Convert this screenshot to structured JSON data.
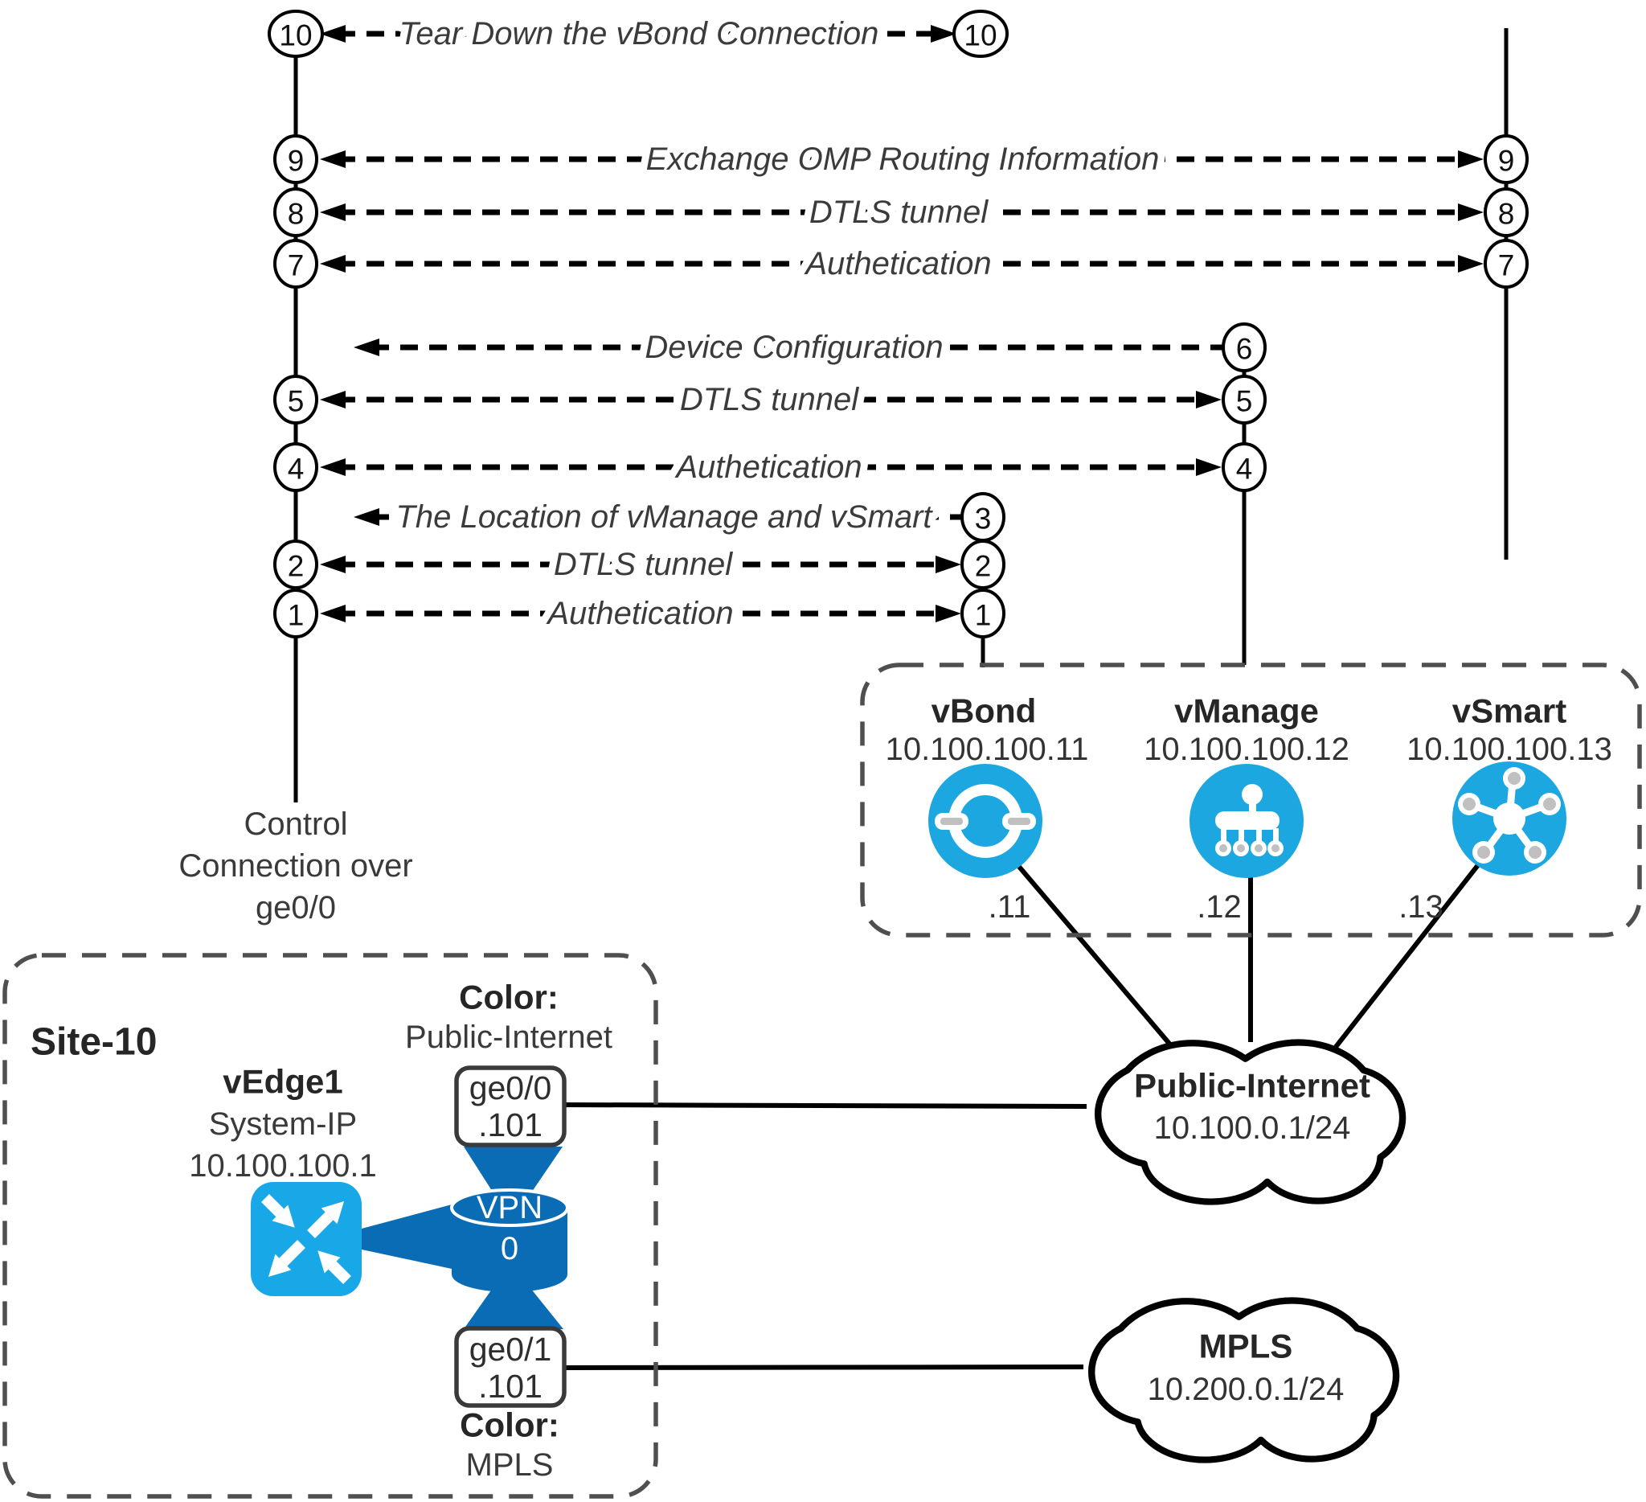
{
  "palette": {
    "controller_icon_blue": "#1da7e0",
    "edge_router_blue": "#18a8e8",
    "vpn_dark_blue": "#0a6cb5",
    "dash_box_gray": "#4f4f4f",
    "diagram_black": "#000000",
    "text_gray": "#3b3b3b",
    "icon_inner_gray": "#c0c0c0"
  },
  "sequence": {
    "rows": [
      {
        "num": "10",
        "label": "Tear Down the vBond Connection"
      },
      {
        "num": "9",
        "label": "Exchange OMP Routing Information"
      },
      {
        "num": "8",
        "label": "DTLS tunnel"
      },
      {
        "num": "7",
        "label": "Authetication"
      },
      {
        "num": "6",
        "label": "Device Configuration"
      },
      {
        "num": "5",
        "label": "DTLS tunnel"
      },
      {
        "num": "4",
        "label": "Authetication"
      },
      {
        "num": "3",
        "label": "The Location of vManage and vSmart"
      },
      {
        "num": "2",
        "label": "DTLS tunnel"
      },
      {
        "num": "1",
        "label": "Authetication"
      }
    ],
    "edge_label_line1": "Control",
    "edge_label_line2": "Connection over",
    "edge_label_line3": "ge0/0"
  },
  "controllers": {
    "vbond": {
      "name": "vBond",
      "ip": "10.100.100.11",
      "octet": ".11"
    },
    "vmanage": {
      "name": "vManage",
      "ip": "10.100.100.12",
      "octet": ".12"
    },
    "vsmart": {
      "name": "vSmart",
      "ip": "10.100.100.13",
      "octet": ".13"
    }
  },
  "site": {
    "title": "Site-10",
    "router_name": "vEdge1",
    "router_subtitle": "System-IP",
    "router_ip": "10.100.100.1",
    "vpn_label": "VPN",
    "vpn_number": "0",
    "if_top": {
      "label": "Color:",
      "value": "Public-Internet",
      "port": "ge0/0",
      "addr": ".101"
    },
    "if_bottom": {
      "label": "Color:",
      "value": "MPLS",
      "port": "ge0/1",
      "addr": ".101"
    }
  },
  "clouds": {
    "internet": {
      "name": "Public-Internet",
      "subnet": "10.100.0.1/24"
    },
    "mpls": {
      "name": "MPLS",
      "subnet": "10.200.0.1/24"
    }
  }
}
